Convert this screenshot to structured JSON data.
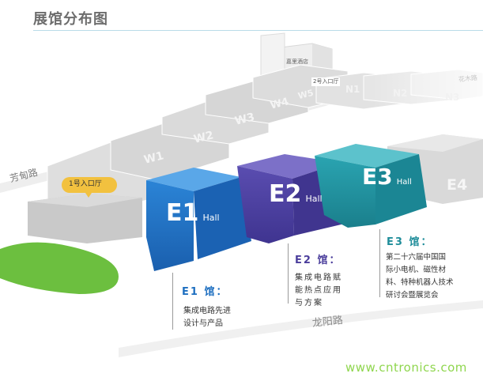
{
  "title": "展馆分布图",
  "roads": {
    "fangdian": "芳甸路",
    "longyang": "龙阳路",
    "huamu": "花木路"
  },
  "landmarks": {
    "hotel": "嘉里酒店",
    "entrance1": "1号入口厅",
    "entrance2": "2号入口厅"
  },
  "halls_west": [
    "W1",
    "W2",
    "W3",
    "W4",
    "W5"
  ],
  "halls_north": [
    "N1",
    "N2",
    "N3"
  ],
  "hall_suffix": "Hall",
  "halls": [
    {
      "id": "E1",
      "name": "E1 馆：",
      "description": [
        "集成电路先进",
        "设计与产品"
      ],
      "color": "#1e6fc0"
    },
    {
      "id": "E2",
      "name": "E2 馆：",
      "description": [
        "集成电路赋",
        "能热点应用",
        "与方案"
      ],
      "color": "#4b3e9c"
    },
    {
      "id": "E3",
      "name": "E3 馆：",
      "description": [
        "第二十六届中国国",
        "际小电机、磁性材",
        "料、特种机器人技术",
        "研讨会暨展览会"
      ],
      "color": "#1f8d9a"
    }
  ],
  "hall_e4": "E4",
  "watermark": "www.cntronics.com",
  "colors": {
    "green_area": "#6cbf3f",
    "entrance_badge": "#f2c13f"
  }
}
